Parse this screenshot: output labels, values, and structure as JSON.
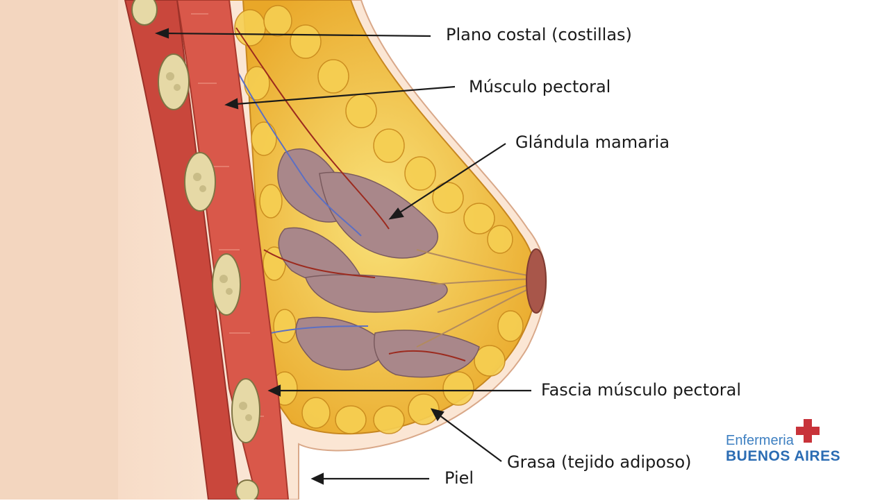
{
  "labels": {
    "costal": "Plano costal (costillas)",
    "pectoral": "Músculo pectoral",
    "gland": "Glándula mamaria",
    "fascia": "Fascia músculo pectoral",
    "fat": "Grasa (tejido adiposo)",
    "skin": "Piel"
  },
  "brand": {
    "line1": "Enfermeria",
    "line2": "BUENOS AIRES"
  },
  "colors": {
    "cross": "#c8333a",
    "brand_blue": "#2b6cb3",
    "side_band": "#f3d6bf"
  }
}
